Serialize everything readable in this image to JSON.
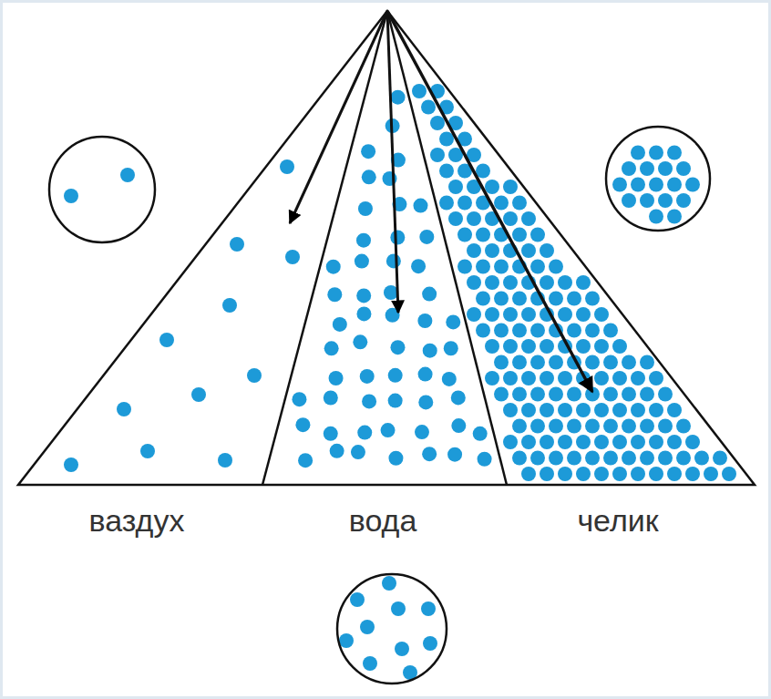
{
  "diagram": {
    "labels": [
      "ваздух",
      "вода",
      "челик"
    ]
  }
}
